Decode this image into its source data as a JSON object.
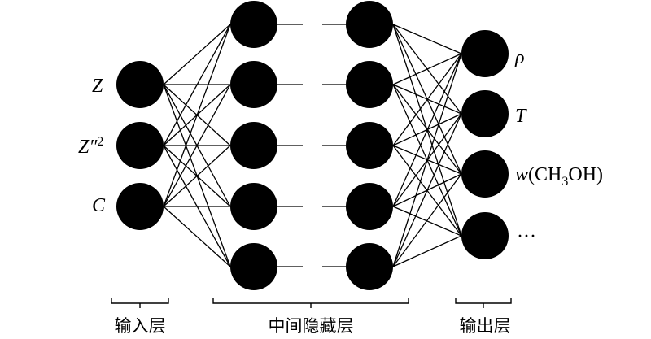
{
  "inputs": {
    "z": "Z",
    "z2_base": "Z″",
    "z2_exp": "2",
    "c": "C"
  },
  "outputs": {
    "rho": "ρ",
    "t": "T",
    "w": "w",
    "w_open": "(CH",
    "w_sub": "3",
    "w_close": "OH)",
    "more": "···"
  },
  "layers": {
    "input": "输入层",
    "hidden": "中间隐藏层",
    "output": "输出层"
  }
}
